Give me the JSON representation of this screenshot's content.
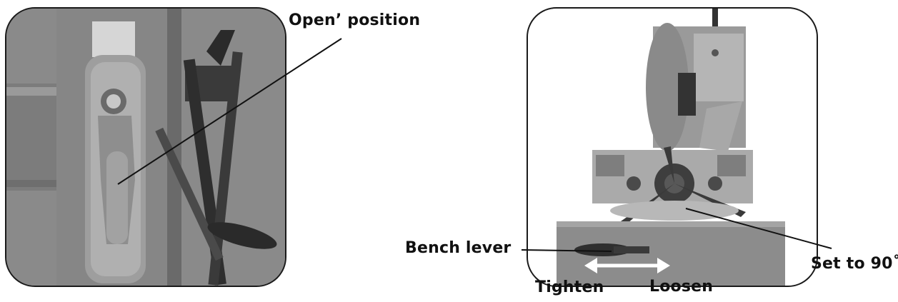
{
  "figure_left": {
    "callouts": {
      "open_position": "Open’ position"
    }
  },
  "figure_right": {
    "callouts": {
      "bench_lever": "Bench lever",
      "set_to_90": "Set to 90˚",
      "tighten": "Tighten",
      "loosen": "Loosen"
    }
  }
}
